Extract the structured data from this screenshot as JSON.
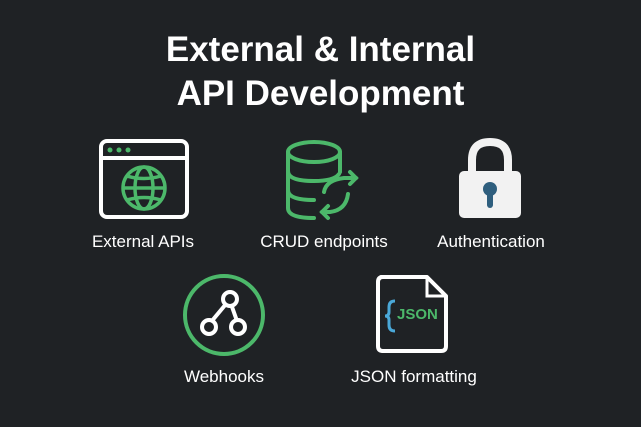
{
  "title": {
    "line1": "External & Internal",
    "line2": "API Development"
  },
  "items": [
    {
      "label": "External APIs",
      "icon": "browser-globe-icon"
    },
    {
      "label": "CRUD endpoints",
      "icon": "database-sync-icon"
    },
    {
      "label": "Authentication",
      "icon": "padlock-icon"
    },
    {
      "label": "Webhooks",
      "icon": "webhook-icon"
    },
    {
      "label": "JSON formatting",
      "icon": "json-file-icon",
      "icon_text": "JSON"
    }
  ],
  "colors": {
    "background": "#1f2225",
    "accent": "#4cb86a",
    "keyhole": "#2f5f7e",
    "brace": "#4aa8d8"
  }
}
